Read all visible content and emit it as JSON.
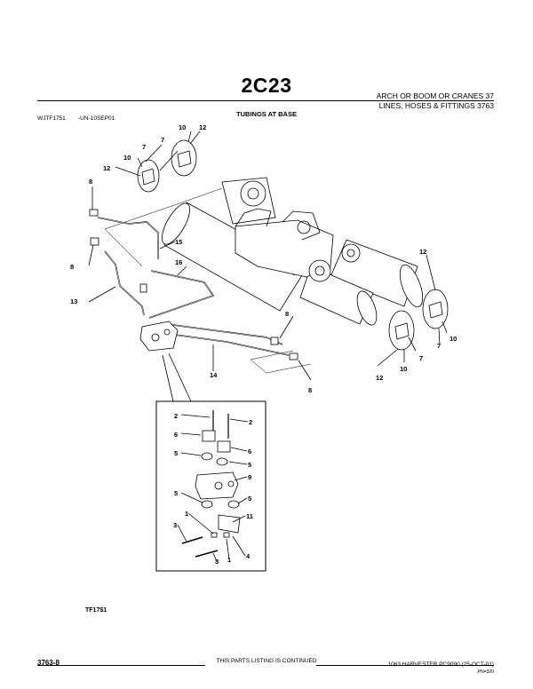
{
  "header": {
    "title": "2C23",
    "line1": "ARCH OR BOOM OR CRANES 37",
    "line2": "LINES, HOSES & FITTINGS 3763"
  },
  "figure": {
    "id": "WJTF1751",
    "date_code": "-UN-10SEP01",
    "section_title": "TUBINGS AT BASE",
    "ref_code": "TF17$1"
  },
  "callouts": {
    "c10a": "10",
    "c12a": "12",
    "c7a": "7",
    "c10b": "10",
    "c7b": "7",
    "c12b": "12",
    "c8a": "8",
    "c15": "15",
    "c8b": "8",
    "c16": "16",
    "c13": "13",
    "c14": "14",
    "c8c": "8",
    "c8d": "8",
    "c12c": "12",
    "c7c": "7",
    "c10c": "10",
    "c12d": "12",
    "c10d": "10",
    "c7d": "7",
    "d2a": "2",
    "d2b": "2",
    "d6a": "6",
    "d6b": "6",
    "d5a": "5",
    "d5b": "5",
    "d9": "9",
    "d5c": "5",
    "d5d": "5",
    "d1a": "1",
    "d11": "11",
    "d3a": "3",
    "d3b": "3",
    "d1b": "1",
    "d4": "4"
  },
  "footer": {
    "page": "3763-8",
    "continued": "THIS PARTS LISTING IS CONTINUED",
    "model": "1063 HARVESTER   PC9090     (25-OCT-01)",
    "pn": "PN=320"
  }
}
